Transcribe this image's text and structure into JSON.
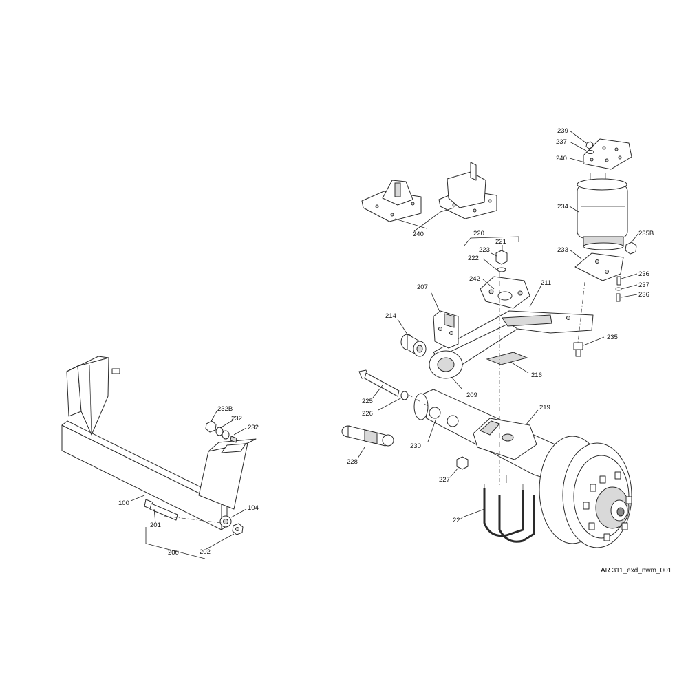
{
  "drawing_id": "AR 311_exd_nwm_001",
  "callouts": {
    "c239": "239",
    "c237a": "237",
    "c240a": "240",
    "c234": "234",
    "c235b": "235B",
    "c233": "233",
    "c236a": "236",
    "c237b": "237",
    "c236b": "236",
    "c220": "220",
    "c221a": "221",
    "c223": "223",
    "c222": "222",
    "c242": "242",
    "c211": "211",
    "c207": "207",
    "c214": "214",
    "c235": "235",
    "c216": "216",
    "c209": "209",
    "c240b": "240",
    "c225": "225",
    "c226": "226",
    "c219": "219",
    "c230": "230",
    "c228": "228",
    "c227": "227",
    "c221b": "221",
    "c232b": "232B",
    "c232a": "232",
    "c232c": "232",
    "c100": "100",
    "c104": "104",
    "c201": "201",
    "c200": "200",
    "c202": "202"
  }
}
